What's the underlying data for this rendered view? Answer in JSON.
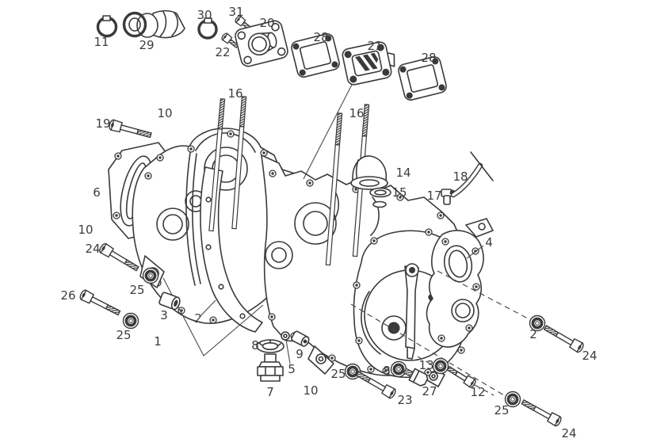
{
  "diagram": {
    "kind": "exploded parts diagram"
  },
  "colors": {
    "background": "#ffffff",
    "line": "#3a3a3a",
    "label": "#3d3d3d"
  },
  "callouts": [
    "11",
    "29",
    "30",
    "31",
    "22",
    "20",
    "28",
    "21",
    "28",
    "19",
    "10",
    "16",
    "16",
    "6",
    "14",
    "15",
    "17",
    "18",
    "4",
    "10",
    "24",
    "25",
    "26",
    "25",
    "3",
    "2",
    "1",
    "8",
    "9",
    "5",
    "7",
    "10",
    "25",
    "23",
    "8",
    "27",
    "13",
    "12",
    "2",
    "24",
    "25",
    "24"
  ]
}
